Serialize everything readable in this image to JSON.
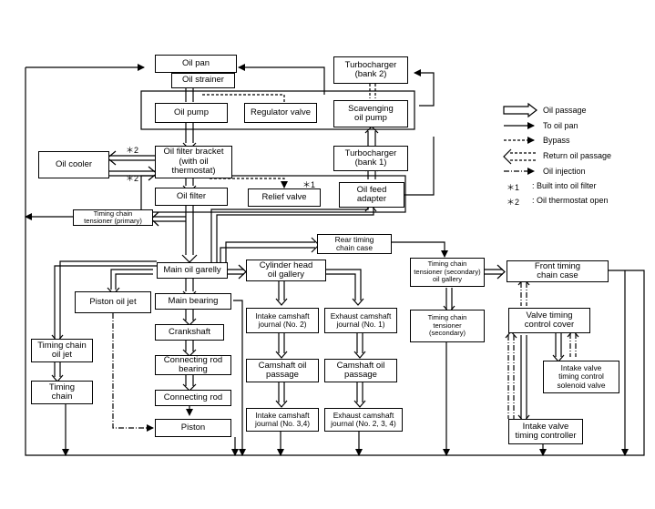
{
  "boxes": {
    "oil_pan": "Oil pan",
    "oil_strainer": "Oil strainer",
    "oil_pump": "Oil pump",
    "regulator_valve": "Regulator valve",
    "turbo_bank2": "Turbocharger\n(bank 2)",
    "scavenging_pump": "Scavenging\noil pump",
    "oil_cooler": "Oil cooler",
    "filter_bracket": "Oil filter bracket\n(with oil\nthermostat)",
    "turbo_bank1": "Turbocharger\n(bank 1)",
    "oil_filter": "Oil filter",
    "relief_valve": "Relief valve",
    "oil_feed_adapter": "Oil feed\nadapter",
    "tensioner_primary": "Timing chain\ntensioner (primary)",
    "rear_chain_case": "Rear timing\nchain case",
    "main_gallery": "Main oil garelly",
    "cyl_head_gallery": "Cylinder head\noil gallery",
    "tensioner_sec_gallery": "Timing chain\ntensioner (secondary)\noil gallery",
    "front_chain_case": "Front timing\nchain case",
    "piston_jet": "Piston oil jet",
    "main_bearing": "Main bearing",
    "intake_journal_2": "Intake camshaft\njournal (No. 2)",
    "exhaust_journal_1": "Exhaust camshaft\njournal (No. 1)",
    "tensioner_secondary": "Timing chain\ntensioner\n(secondary)",
    "vtc_cover": "Valve timing\ncontrol cover",
    "crankshaft": "Crankshaft",
    "chain_jet": "Timing chain\noil jet",
    "conrod_bearing": "Connecting  rod\nbearing",
    "intake_passage": "Camshaft oil\npassage",
    "exhaust_passage": "Camshaft oil\npassage",
    "solenoid": "Intake valve\ntiming control\nsolenoid valve",
    "timing_chain": "Timing\nchain",
    "conrod": "Connecting  rod",
    "piston": "Piston",
    "intake_journal_34": "Intake camshaft\njournal (No. 3,4)",
    "exhaust_journal_234": "Exhaust camshaft\njournal (No. 2, 3, 4)",
    "vt_controller": "Intake valve\ntiming controller"
  },
  "notes": {
    "star1": "＊1",
    "star2_top": "＊2",
    "star2_bottom": "＊2"
  },
  "legend": [
    {
      "symbol": "oil-passage-arrow",
      "label": "Oil passage"
    },
    {
      "symbol": "to-oil-pan-arrow",
      "label": "To oil pan"
    },
    {
      "symbol": "bypass-arrow",
      "label": "Bypass"
    },
    {
      "symbol": "return-passage-arrow",
      "label": "Return oil passage"
    },
    {
      "symbol": "injection-arrow",
      "label": "Oil injection"
    },
    {
      "symbol": "＊1",
      "label": ":  Built into oil filter"
    },
    {
      "symbol": "＊2",
      "label": ":  Oil thermostat open"
    }
  ]
}
